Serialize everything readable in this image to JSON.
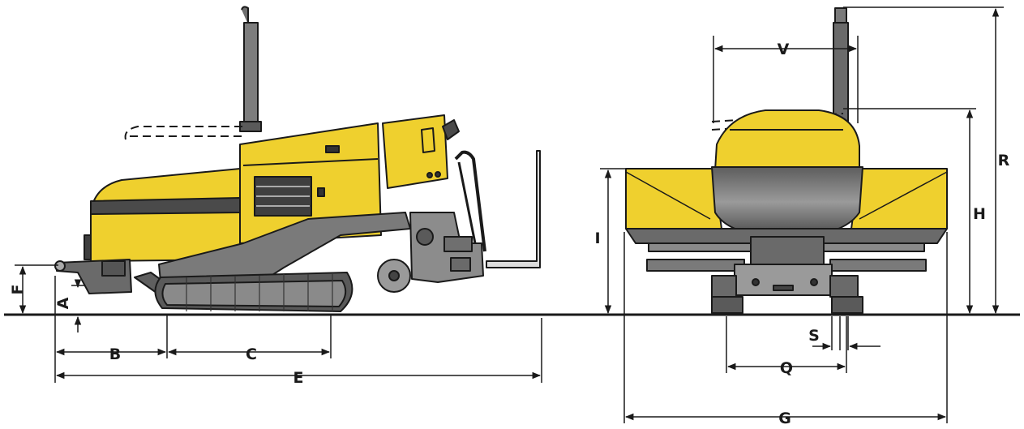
{
  "diagram": {
    "dimension_labels": {
      "A": "A",
      "B": "B",
      "C": "C",
      "E": "E",
      "F": "F",
      "G": "G",
      "H": "H",
      "I": "I",
      "Q": "Q",
      "R": "R",
      "S": "S",
      "V": "V"
    },
    "views": [
      "side-view",
      "rear-view"
    ],
    "colors": {
      "body": "#efd02e",
      "body_shade": "#c9a815",
      "dark": "#4a4a4a",
      "mid": "#7a7a7a",
      "track": "#5a5a5a",
      "line": "#1a1a1a"
    }
  }
}
